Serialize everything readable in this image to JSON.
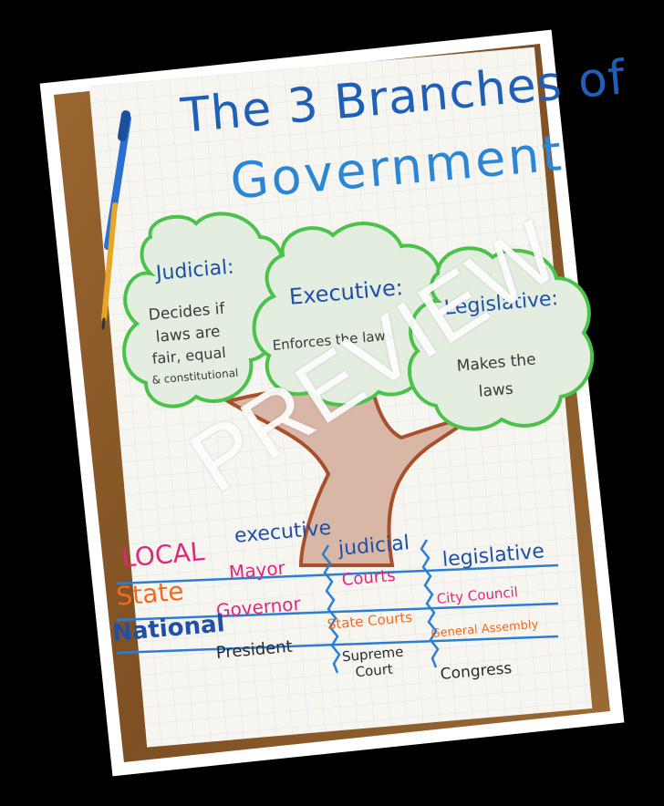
{
  "poster": {
    "title_line1": "The 3 Branches of",
    "title_line2": "Government",
    "branches": [
      {
        "name": "Judicial:",
        "desc": [
          "Decides if",
          "laws are",
          "fair, equal",
          "& constitutional"
        ]
      },
      {
        "name": "Executive:",
        "desc": [
          "Enforces the laws"
        ]
      },
      {
        "name": "Legislative:",
        "desc": [
          "Makes the",
          "laws"
        ]
      }
    ],
    "table": {
      "headers": [
        "executive",
        "judicial",
        "legislative"
      ],
      "rows": [
        {
          "level": "LOCAL",
          "executive": "Mayor",
          "judicial": "Courts",
          "legislative": "City Council",
          "color": "#e0287a"
        },
        {
          "level": "State",
          "executive": "Governor",
          "judicial": "State Courts",
          "legislative": "General Assembly",
          "color": "#f26a1f"
        },
        {
          "level": "National",
          "executive": "President",
          "judicial": "Supreme Court",
          "legislative": "Congress",
          "color": "#1f4fa8"
        }
      ]
    },
    "watermark": "PREVIEW"
  },
  "colors": {
    "title_blue": "#1e5fb8",
    "crown_green": "#4bc24a",
    "trunk_brown": "#b06a48",
    "paper": "#f6f5f0",
    "desk": "#8a5a2a"
  }
}
